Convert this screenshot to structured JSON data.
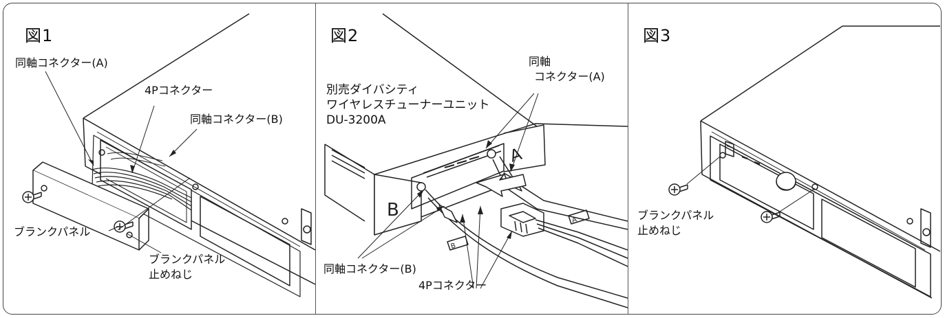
{
  "figures": [
    {
      "title": "図1",
      "labels": {
        "coax_a": "同軸コネクター(A)",
        "four_p": "4Pコネクター",
        "coax_b": "同軸コネクター(B)",
        "blank_panel": "ブランクパネル",
        "screw_line1": "ブランクパネル",
        "screw_line2": "止めねじ"
      }
    },
    {
      "title": "図2",
      "product_line1": "別売ダイバシティ",
      "product_line2": "ワイヤレスチューナーユニット",
      "product_line3": "DU-3200A",
      "labels": {
        "coax_a_line1": "同軸",
        "coax_a_line2": "コネクター(A)",
        "coax_b": "同軸コネクター(B)",
        "four_p": "4Pコネクター",
        "slot_a": "A",
        "slot_b": "B",
        "tag_a": "A",
        "tag_b": "B"
      }
    },
    {
      "title": "図3",
      "labels": {
        "screw_line1": "ブランクパネル",
        "screw_line2": "止めねじ"
      }
    }
  ]
}
